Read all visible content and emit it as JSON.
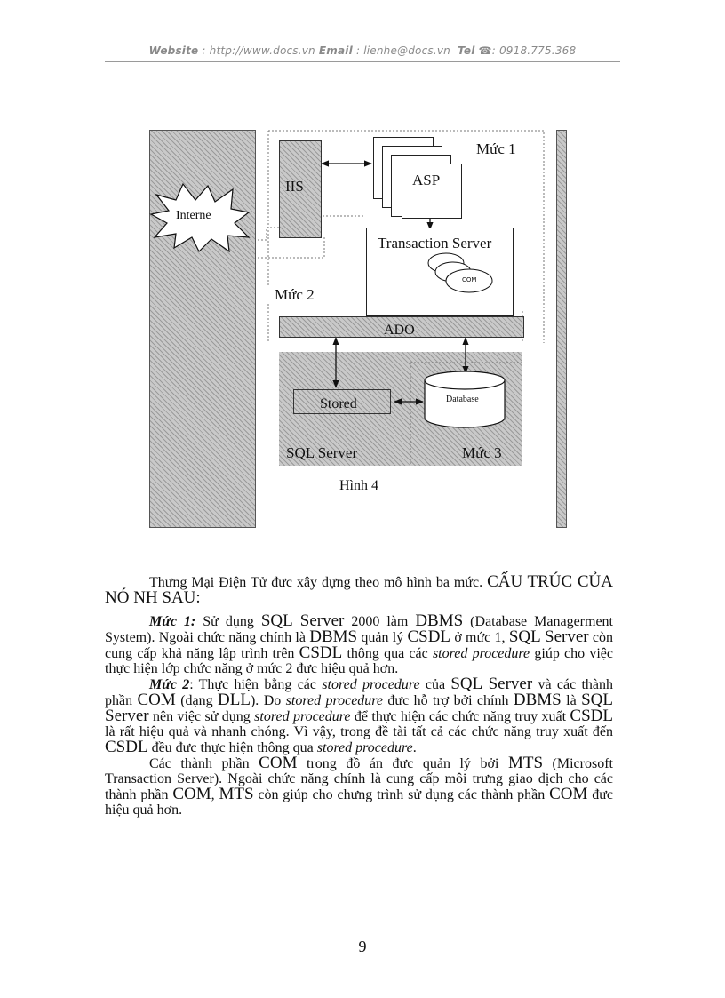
{
  "header": {
    "website_label": "Website",
    "website_value": ": http://www.docs.vn",
    "email_label": "Email",
    "email_value": ": lienhe@docs.vn",
    "tel_label": "Tel",
    "tel_icon": "phone-icon",
    "tel_value": ": 0918.775.368"
  },
  "figure": {
    "labels": {
      "internet": "Interne",
      "iis": "IIS",
      "asp": "ASP",
      "muc1": "Mức 1",
      "transaction_server": "Transaction Server",
      "com": "COM",
      "muc2": "Mức 2",
      "ado": "ADO",
      "stored": "Stored",
      "database": "Database",
      "sql_server": "SQL Server",
      "muc3": "Mức 3"
    },
    "caption": "Hình 4"
  },
  "body": {
    "intro_1": "Thưng   Mại Điện Tử đưc   xây dựng theo mô hình ba mức. ",
    "intro_2": "CẤU TRÚC CỦA NÓ NH   SAU:",
    "p1": {
      "label": "Mức 1:",
      "s1": " Sử dụng ",
      "t1": "SQL Server",
      "s2": " 2000 làm ",
      "t2": "DBMS",
      "s3": " (Database Managerment System). Ngoài chức năng chính là ",
      "t3": "DBMS",
      "s4": " quản lý ",
      "t4": "CSDL",
      "s5": " ở mức 1, ",
      "t5": "SQL Server",
      "s6": " còn cung cấp khả năng lập trình trên ",
      "t6": "CSDL",
      "s7": " thông qua các ",
      "i1": "stored procedure",
      "s8": " giúp cho việc thực hiện lớp chức năng ở mức 2 đưc   hiệu quả hơn."
    },
    "p2": {
      "label": "Mức 2",
      "s1": ": Thực hiện bằng các ",
      "i1": "stored procedure",
      "s2": " của ",
      "t1": "SQL Server",
      "s3": " và các thành phần ",
      "t2": "COM",
      "s4": " (dạng ",
      "t3": "DLL",
      "s5": "). Do ",
      "i2": "stored procedure",
      "s6": " đưc   hỗ trợ bởi chính ",
      "t4": "DBMS",
      "s7": " là ",
      "t5": "SQL Server",
      "s8": " nên việc sử dụng ",
      "i3": "stored procedure",
      "s9": " để thực hiện các chức năng truy xuất ",
      "t6": "CSDL",
      "s10": " là rất hiệu quả và nhanh chóng. Vì vậy, trong đề tài tất cả các chức năng truy xuất đến ",
      "t7": "CSDL",
      "s11": " đều đưc   thực hiện thông qua ",
      "i4": "stored procedure",
      "s12": "."
    },
    "p3": {
      "s1": "Các thành phần ",
      "t1": "COM",
      "s2": " trong đồ án đưc   quản lý bởi ",
      "t2": "MTS",
      "s3": " (Microsoft Transaction Server). Ngoài chức năng chính là cung cấp môi trưng   giao dịch cho các thành phần ",
      "t3": "COM",
      "s4": ", ",
      "t4": "MTS",
      "s5": " còn giúp cho chưng   trình sử dụng các thành phần ",
      "t5": "COM",
      "s6": " đưc   hiệu quả hơn."
    }
  },
  "page_number": "9"
}
